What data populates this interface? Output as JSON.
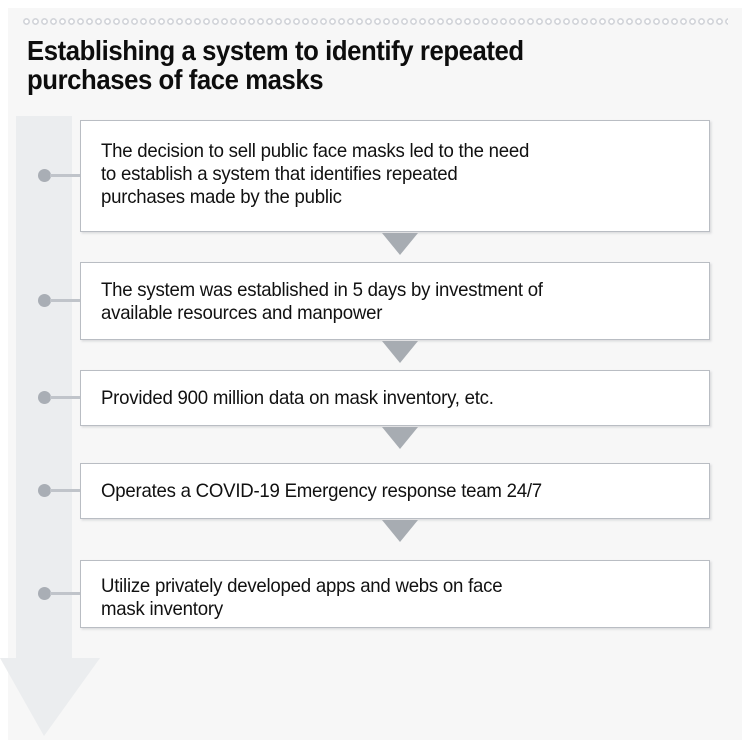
{
  "slide": {
    "title": "Establishing a system to identify repeated\npurchases of face masks",
    "background_color": "#f7f7f7",
    "outer_color": "#ffffff"
  },
  "decor": {
    "top_border_name": "beaded-divider",
    "top_border_color": "#d2d4d9",
    "arrow_color": "#ebedef",
    "arrow_direction": "down"
  },
  "flow": {
    "connector_dot_color": "#a9aeb5",
    "connector_line_color": "#c0c4ca",
    "arrow_between_color": "#a7acb2",
    "box_border_color": "#b9bdc3",
    "box_fill_color": "#ffffff",
    "steps": [
      {
        "index": "1",
        "text": "The decision to sell public face masks led to the need\nto establish a system that identifies repeated\npurchases made by the public"
      },
      {
        "index": "2",
        "text": "The system was established in 5 days by investment of\navailable resources and manpower"
      },
      {
        "index": "3",
        "text": "Provided 900 million data on mask inventory, etc."
      },
      {
        "index": "4",
        "text": "Operates a COVID-19 Emergency response team 24/7"
      },
      {
        "index": "5",
        "text": "Utilize privately developed apps and webs on face\nmask inventory"
      }
    ]
  }
}
